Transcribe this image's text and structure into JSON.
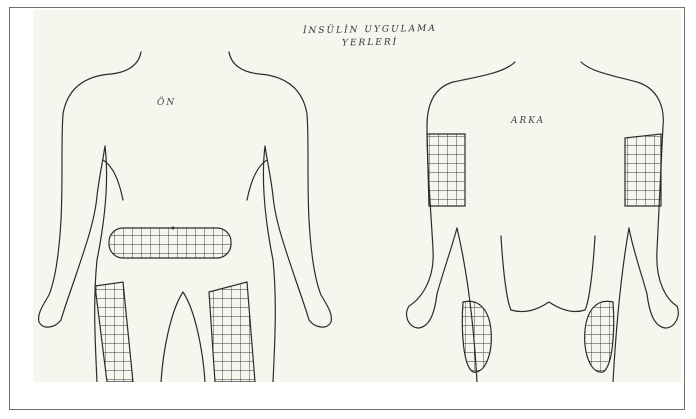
{
  "figure": {
    "title_line1": "İNSÜLİN UYGULAMA",
    "title_line2": "YERLERİ",
    "front_label": "ÖN",
    "back_label": "ARKA"
  }
}
